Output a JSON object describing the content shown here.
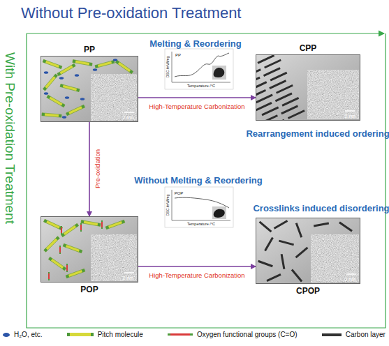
{
  "diagram": {
    "title": "Without Pre-oxidation Treatment",
    "nodes": [
      {
        "text": [
          "PP",
          "2 nm"
        ]
      },
      {
        "text": [
          "CPP",
          "2 nm"
        ]
      },
      {
        "text": [
          "POP",
          "2 nm"
        ]
      },
      {
        "text": [
          "CPOP",
          "2 nm"
        ]
      }
    ],
    "edges": [
      {
        "from": 0,
        "to": 1,
        "arrow": "to",
        "label": "High-Temperature Carbonization"
      },
      {
        "from": 0,
        "to": 2,
        "arrow": "to",
        "label": "Pre-oxidation"
      },
      {
        "from": 2,
        "to": 3,
        "arrow": "to",
        "label": "High-Temperature Carbonization"
      }
    ],
    "labels": [
      "With Pre-oxidation Treatment",
      "Melting & Reordering",
      "PP",
      "Temperature /°C",
      "DSC /mW/mg",
      "Rearrangement induced ordering",
      "Without Melting & Reordering",
      "POP",
      "Temperature /°C",
      "DSC /mW/mg",
      "Crosslinks induced disordering"
    ],
    "legend": [
      {
        "text": "H₂O, etc.",
        "color": "#2b55a8"
      },
      {
        "text": "Pitch molecule",
        "color": "#d6d93a"
      },
      {
        "text": "Oxygen functional groups (C=O)",
        "color": "#d93a3a"
      },
      {
        "text": "Carbon layer",
        "color": "#333333"
      }
    ]
  }
}
